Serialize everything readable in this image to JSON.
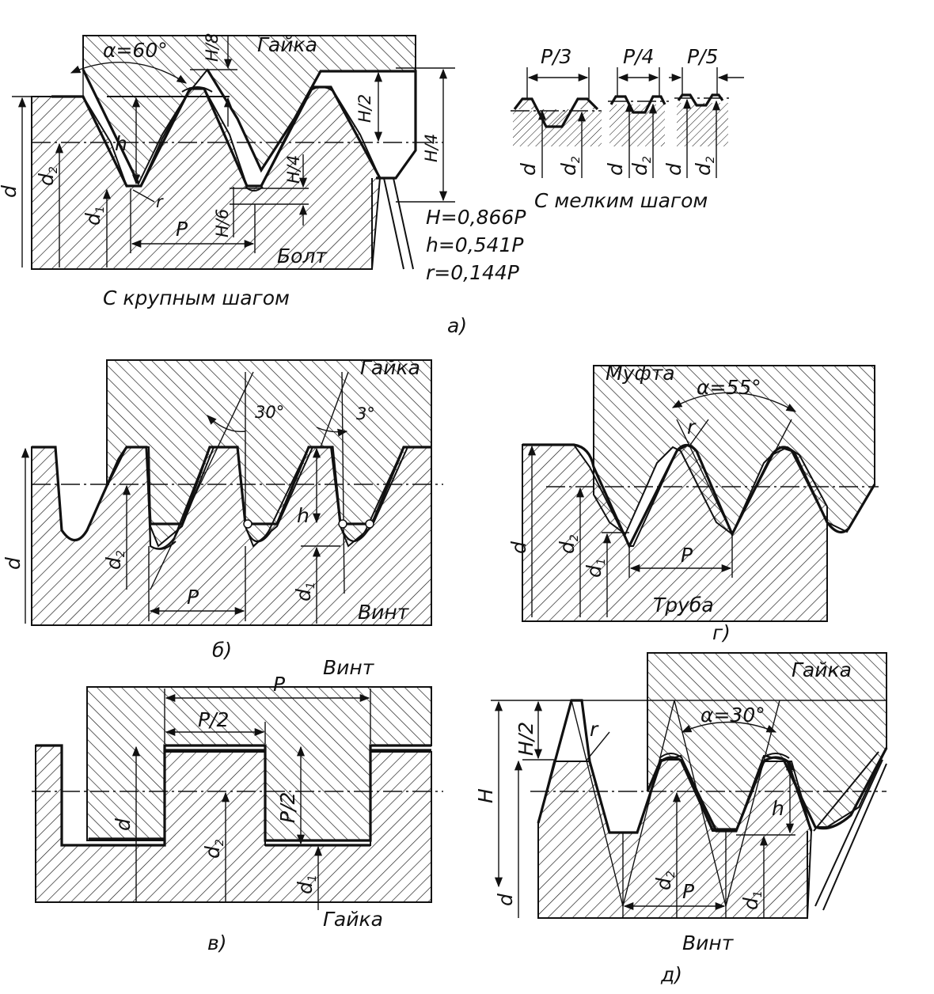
{
  "labels": {
    "a": {
      "alpha": "α=60°",
      "nut": "Гайка",
      "h8": "H/8",
      "h2": "H/2",
      "h4": "H/4",
      "h4b": "H/4",
      "h6": "H/6",
      "h": "h",
      "r": "r",
      "p": "P",
      "d": "d",
      "d2": "d",
      "d1": "d",
      "sub2": "2",
      "sub1": "1",
      "bolt": "Болт",
      "coarse": "С крупным шагом",
      "eq1": "H=0,866P",
      "eq2": "h=0,541P",
      "eq3": "r=0,144P",
      "fine": "С мелким шагом",
      "p3": "P/3",
      "p4": "P/4",
      "p5": "P/5",
      "caption": "а)"
    },
    "b": {
      "nut": "Гайка",
      "a30": "30°",
      "a3": "3°",
      "h": "h",
      "d": "d",
      "d2": "d",
      "d1": "d",
      "sub2": "2",
      "sub1": "1",
      "p": "P",
      "screw": "Винт",
      "caption": "б)"
    },
    "g": {
      "coupling": "Муфта",
      "alpha": "α=55°",
      "r": "r",
      "d": "d",
      "d2": "d",
      "d1": "d",
      "sub2": "2",
      "sub1": "1",
      "p": "P",
      "pipe": "Труба",
      "caption": "г)"
    },
    "v": {
      "screw": "Винт",
      "p": "P",
      "p2": "P/2",
      "p2v": "P/2",
      "d": "d",
      "d2": "d",
      "d1": "d",
      "sub2": "2",
      "sub1": "1",
      "nut": "Гайка",
      "caption": "в)"
    },
    "dd": {
      "nut": "Гайка",
      "alpha": "α=30°",
      "r": "r",
      "h2": "H/2",
      "H": "H",
      "h": "h",
      "d": "d",
      "d2": "d",
      "d1": "d",
      "sub2": "2",
      "sub1": "1",
      "p": "P",
      "screw": "Винт",
      "caption": "д)"
    }
  }
}
